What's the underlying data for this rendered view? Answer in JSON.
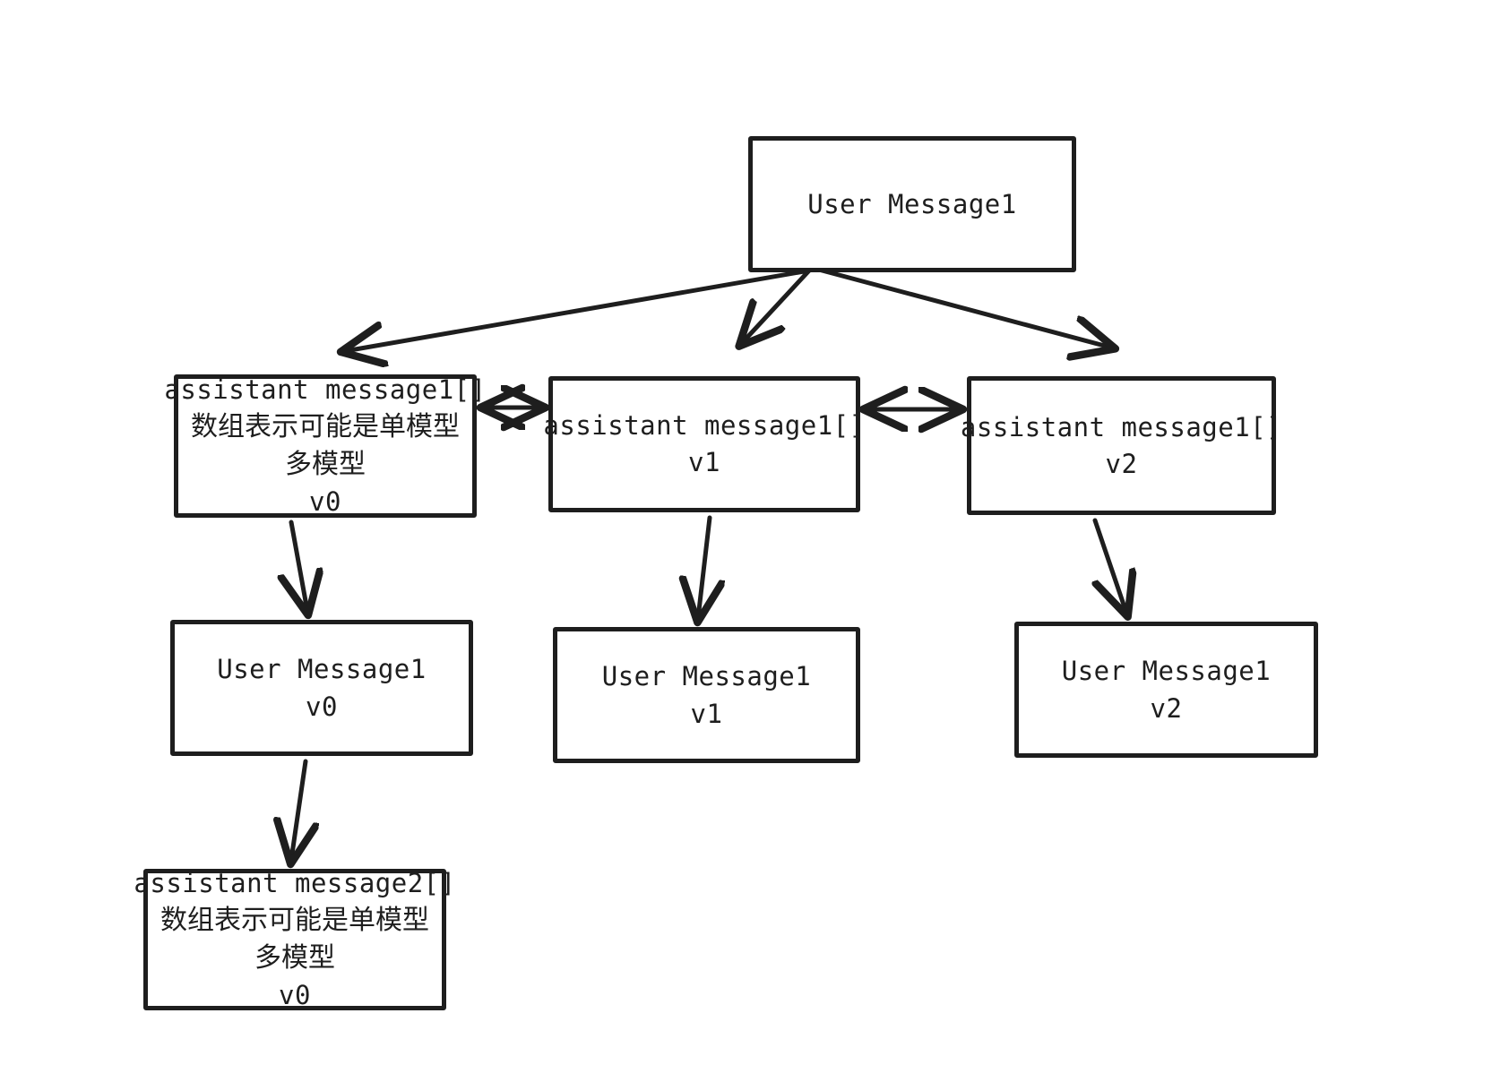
{
  "diagram": {
    "title": "Message version branching tree",
    "background": "#ffffff",
    "stroke_color": "#1e1e1e",
    "nodes": {
      "root": {
        "lines": [
          "User Message1"
        ]
      },
      "assistant_v0": {
        "line1": "assistant message1[]",
        "line2": "数组表示可能是单模型",
        "line3": "多模型",
        "line4": "v0"
      },
      "assistant_v1": {
        "line1": "assistant message1[]",
        "line2": "v1"
      },
      "assistant_v2": {
        "line1": "assistant message1[]",
        "line2": "v2"
      },
      "user_v0": {
        "line1": "User Message1",
        "line2": "v0"
      },
      "user_v1": {
        "line1": "User Message1",
        "line2": "v1"
      },
      "user_v2": {
        "line1": "User Message1",
        "line2": "v2"
      },
      "assistant2_v0": {
        "line1": "assistant message2[]",
        "line2": "数组表示可能是单模型",
        "line3": "多模型",
        "line4": "v0"
      }
    },
    "edges": [
      {
        "name": "root-to-assistant-v0",
        "from": "root",
        "to": "assistant_v0",
        "kind": "arrow"
      },
      {
        "name": "root-to-assistant-v1",
        "from": "root",
        "to": "assistant_v1",
        "kind": "arrow"
      },
      {
        "name": "root-to-assistant-v2",
        "from": "root",
        "to": "assistant_v2",
        "kind": "arrow"
      },
      {
        "name": "assistant-v0-to-assistant-v1",
        "from": "assistant_v0",
        "to": "assistant_v1",
        "kind": "double-arrow"
      },
      {
        "name": "assistant-v1-to-assistant-v2",
        "from": "assistant_v1",
        "to": "assistant_v2",
        "kind": "double-arrow"
      },
      {
        "name": "assistant-v0-to-user-v0",
        "from": "assistant_v0",
        "to": "user_v0",
        "kind": "arrow"
      },
      {
        "name": "assistant-v1-to-user-v1",
        "from": "assistant_v1",
        "to": "user_v1",
        "kind": "arrow"
      },
      {
        "name": "assistant-v2-to-user-v2",
        "from": "assistant_v2",
        "to": "user_v2",
        "kind": "arrow"
      },
      {
        "name": "user-v0-to-assistant2-v0",
        "from": "user_v0",
        "to": "assistant2_v0",
        "kind": "arrow"
      }
    ]
  }
}
